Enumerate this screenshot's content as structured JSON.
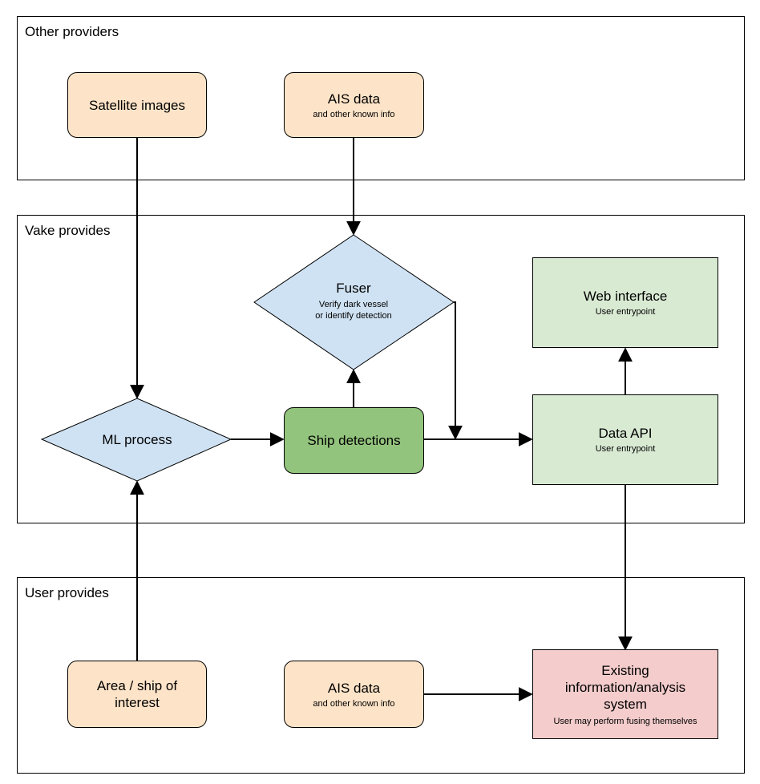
{
  "groups": {
    "other": "Other providers",
    "vake": "Vake provides",
    "user": "User provides"
  },
  "nodes": {
    "satellite": {
      "title": "Satellite images"
    },
    "ais_top": {
      "title": "AIS data",
      "subtitle": "and other known info"
    },
    "fuser": {
      "title": "Fuser",
      "subtitle_line1": "Verify dark vessel",
      "subtitle_line2": "or identify detection"
    },
    "web_interface": {
      "title": "Web interface",
      "subtitle": "User entrypoint"
    },
    "ml_process": {
      "title": "ML process"
    },
    "ship_detections": {
      "title": "Ship detections"
    },
    "data_api": {
      "title": "Data API",
      "subtitle": "User entrypoint"
    },
    "area": {
      "title_line1": "Area / ship of",
      "title_line2": "interest"
    },
    "ais_bottom": {
      "title": "AIS data",
      "subtitle": "and other known info"
    },
    "existing": {
      "title_line1": "Existing",
      "title_line2": "information/analysis",
      "title_line3": "system",
      "subtitle": "User may perform fusing themselves"
    }
  },
  "colors": {
    "peach": "#fde4c8",
    "light_blue": "#cfe2f3",
    "light_green": "#d9ead3",
    "green": "#93c47d",
    "pink": "#f4cccc"
  }
}
